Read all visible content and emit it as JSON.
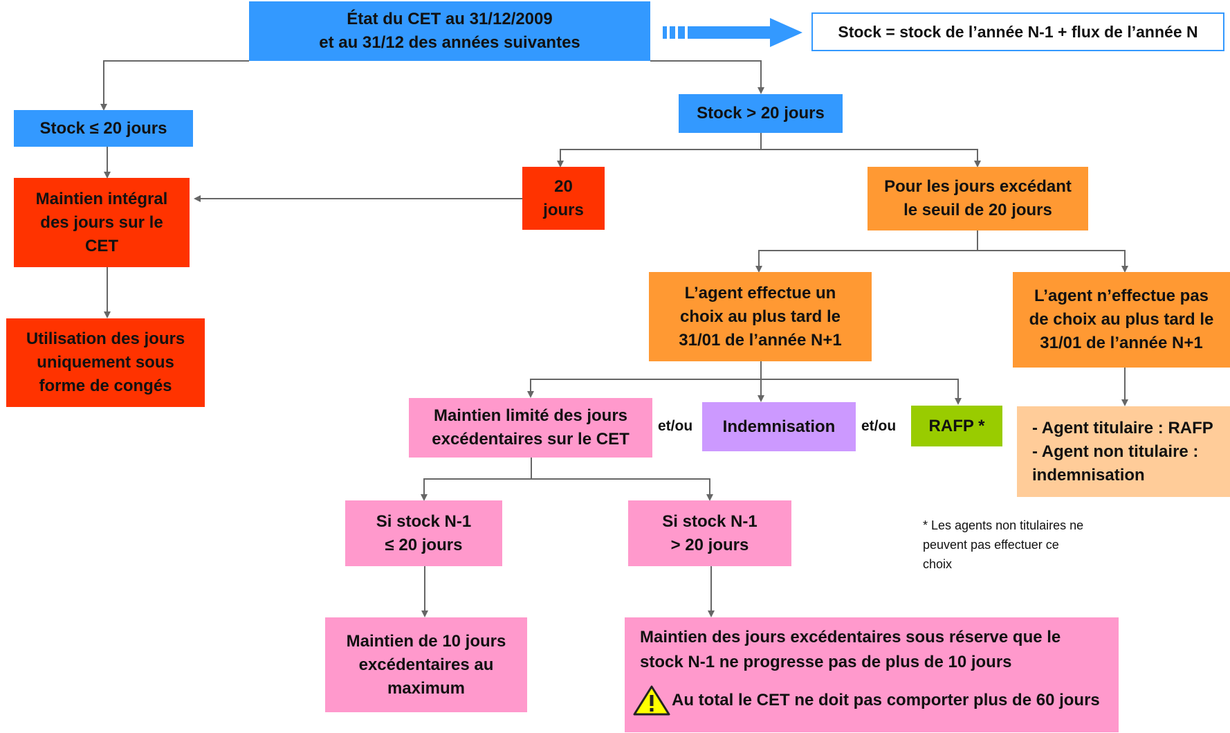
{
  "colors": {
    "blue": "#3399ff",
    "red": "#ff3300",
    "orange": "#ff9933",
    "pink": "#ff99cc",
    "purple": "#cc99ff",
    "green": "#99cc00",
    "peach": "#ffcc99",
    "connector": "#666666"
  },
  "top": {
    "line1": "État du CET au 31/12/2009",
    "line2": "et au 31/12 des années suivantes"
  },
  "formula": "Stock =  stock de l’année N-1 +  flux de l’année N",
  "stock_low": "Stock ≤ 20 jours",
  "stock_high": "Stock > 20 jours",
  "maintain_full": {
    "line1": "Maintien intégral",
    "line2": "des jours sur le",
    "line3": "CET"
  },
  "usage": {
    "line1": "Utilisation des jours",
    "line2": "uniquement sous",
    "line3": "forme de congés"
  },
  "twenty": {
    "line1": "20",
    "line2": "jours"
  },
  "excess": {
    "line1": "Pour les jours excédant",
    "line2": "le seuil de 20 jours"
  },
  "choice": {
    "line1": "L’agent effectue un",
    "line2": "choix au plus tard le",
    "line3": "31/01 de l’année N+1"
  },
  "no_choice": {
    "line1": "L’agent n’effectue pas",
    "line2": "de choix au plus tard le",
    "line3": "31/01 de l’année N+1"
  },
  "limited": {
    "line1": "Maintien limité des jours",
    "line2": "excédentaires sur le CET"
  },
  "and_or": "et/ou",
  "indemnisation": "Indemnisation",
  "rafp": "RAFP *",
  "agent_status": {
    "line1": "- Agent titulaire : RAFP",
    "line2": "- Agent non titulaire :",
    "line3": "indemnisation"
  },
  "footnote": {
    "line1": "* Les agents non titulaires ne",
    "line2": "peuvent pas effectuer ce",
    "line3": "choix"
  },
  "if_low": {
    "line1": "Si stock N-1",
    "line2": "≤ 20 jours"
  },
  "if_high": {
    "line1": "Si stock N-1",
    "line2": "> 20 jours"
  },
  "ten_days": {
    "line1": "Maintien de 10 jours",
    "line2": "excédentaires au",
    "line3": "maximum"
  },
  "reserve": {
    "line1": "Maintien des jours excédentaires sous réserve que le",
    "line2": "stock N-1 ne progresse pas de plus de 10 jours",
    "warning": "Au total le CET ne doit pas comporter plus de 60 jours"
  },
  "icons": {
    "arrow": "block-arrow-icon",
    "warning": "warning-triangle-icon"
  }
}
